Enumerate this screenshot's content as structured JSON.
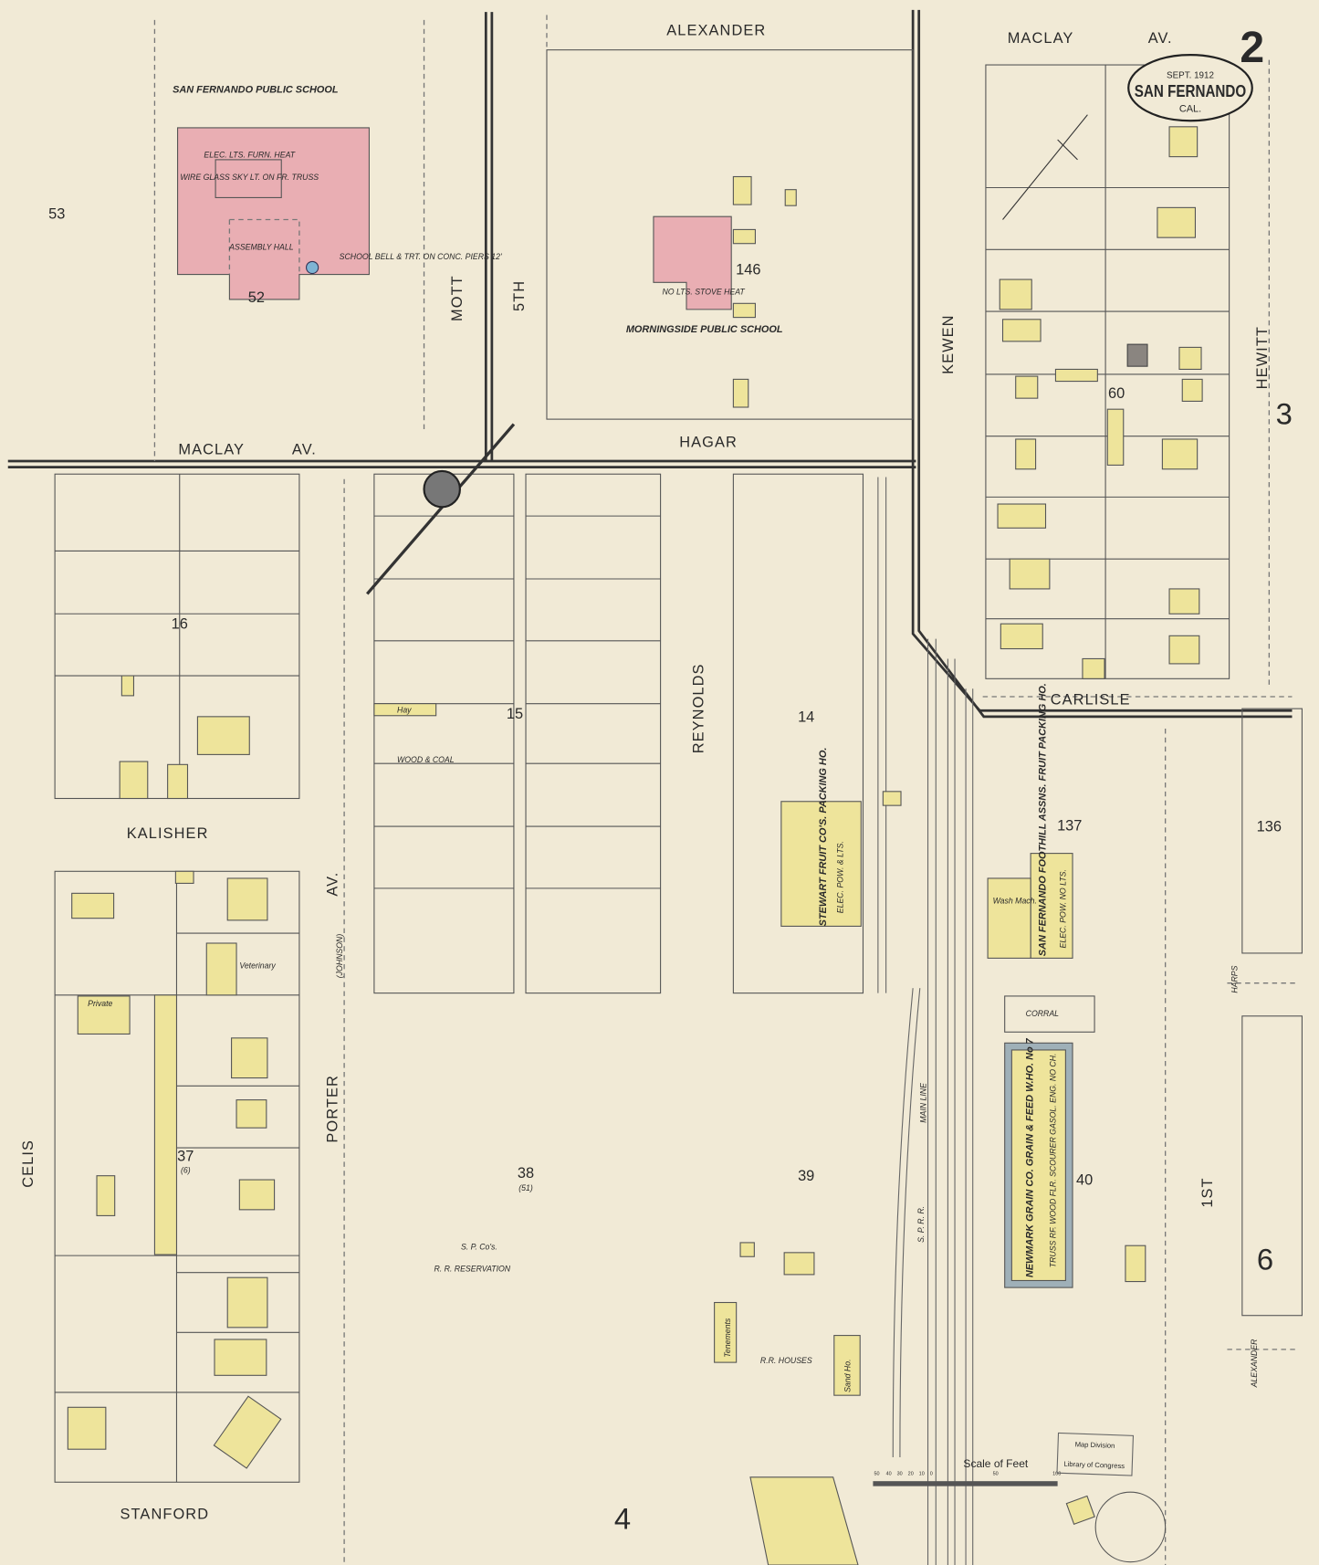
{
  "title_cartouche": {
    "date": "SEPT. 1912",
    "city": "SAN FERNANDO",
    "state": "CAL."
  },
  "sheet_number": "2",
  "adjoining_sheets": [
    "3",
    "6",
    "4"
  ],
  "streets": {
    "alexander_top": "ALEXANDER",
    "maclay_top": "MACLAY",
    "maclay_top_av": "AV.",
    "maclay_mid": "MACLAY",
    "maclay_mid_av": "AV.",
    "hagar": "HAGAR",
    "mott": "MOTT",
    "fifth": "5TH",
    "kewen": "KEWEN",
    "hewitt": "HEWITT",
    "kalisher": "KALISHER",
    "celis": "CELIS",
    "porter": "PORTER",
    "porter_av": "AV.",
    "johnson": "(JOHNSON)",
    "reynolds": "REYNOLDS",
    "carlisle": "CARLISLE",
    "stanford": "STANFORD",
    "first": "1ST",
    "harps": "HARPS",
    "alexander_bottom": "ALEXANDER"
  },
  "blocks": [
    "53",
    "52",
    "146",
    "60",
    "16",
    "15",
    "14",
    "137",
    "136",
    "37",
    "(6)",
    "38",
    "(51)",
    "39",
    "40"
  ],
  "buildings": {
    "sf_school": "SAN FERNANDO PUBLIC SCHOOL",
    "sf_school_heat": "ELEC. LTS.  FURN. HEAT",
    "sf_school_sky": "WIRE GLASS SKY LT. ON FR. TRUSS",
    "assembly_hall": "ASSEMBLY HALL",
    "school_bell": "SCHOOL BELL & TRT. ON CONC. PIERS 12'",
    "morningside_school": "MORNINGSIDE PUBLIC SCHOOL",
    "morningside_heat": "NO LTS. STOVE HEAT",
    "stewart": "STEWART FRUIT CO'S. PACKING HO.",
    "stewart_notes": "ELEC. POW. & LTS.",
    "foothill": "SAN FERNANDO FOOTHILL ASSNS. FRUIT PACKING HO.",
    "foothill_notes": "ELEC. POW. NO LTS.",
    "wash": "Wash Mach.",
    "corral": "CORRAL",
    "newmark": "NEWMARK GRAIN CO. GRAIN & FEED W.HO. No 7",
    "newmark_notes": "TRUSS RF.  WOOD FLR.  SCOURER  GASOL. ENG.  NO CH.",
    "hay": "Hay",
    "wood_coal": "WOOD & COAL",
    "veterinary": "Veterinary",
    "private": "Private",
    "tenements": "Tenements",
    "sect_ho": "Sand Ho.",
    "rr_houses": "R.R. HOUSES",
    "reservation_1": "S. P. Co's.",
    "reservation_2": "R. R. RESERVATION",
    "main_line": "MAIN LINE",
    "spr": "S. P. R. R."
  },
  "scale": {
    "label": "Scale of Feet",
    "ticks": [
      "50",
      "40",
      "30",
      "20",
      "10",
      "0",
      "50",
      "100"
    ]
  },
  "stamp": {
    "line1": "Map Division",
    "line2": "Library of Congress"
  },
  "colors": {
    "paper": "#f1ead6",
    "frame": "#eee49b",
    "brick": "#e9aeb3",
    "stone": "#9fb0b8"
  }
}
